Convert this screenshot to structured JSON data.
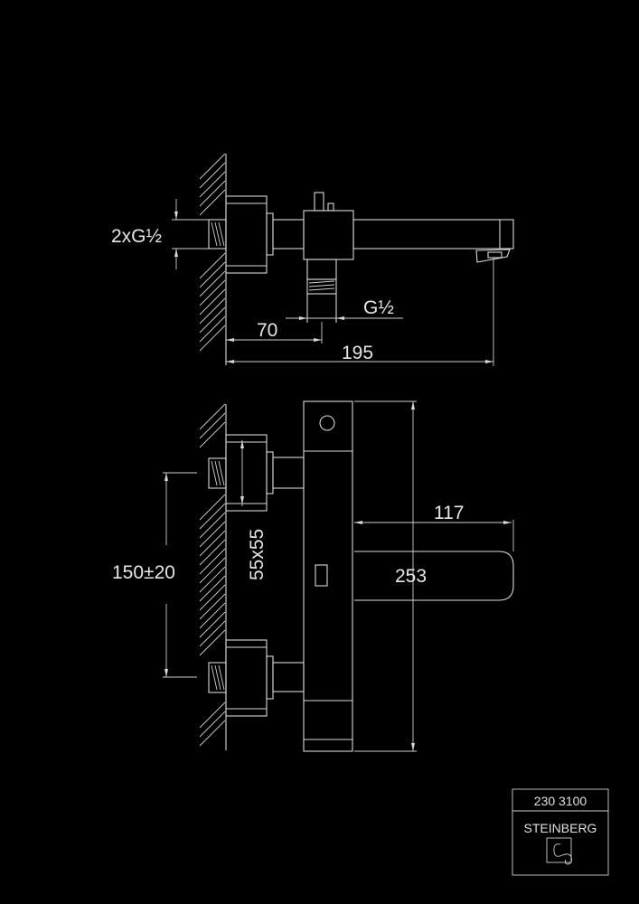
{
  "drawing": {
    "top_view": {
      "dim_inlet_thread": "2xG½",
      "dim_outlet_thread": "G½",
      "dim_outlet_distance": "70",
      "dim_total_depth": "195"
    },
    "front_view": {
      "dim_inlet_spacing": "150±20",
      "dim_flange": "55x55",
      "dim_spout_projection": "117",
      "dim_height": "253"
    }
  },
  "title_block": {
    "article_number": "230 3100",
    "brand": "STEINBERG"
  },
  "colors": {
    "background": "#000000",
    "lines": "#d8d8d8"
  }
}
